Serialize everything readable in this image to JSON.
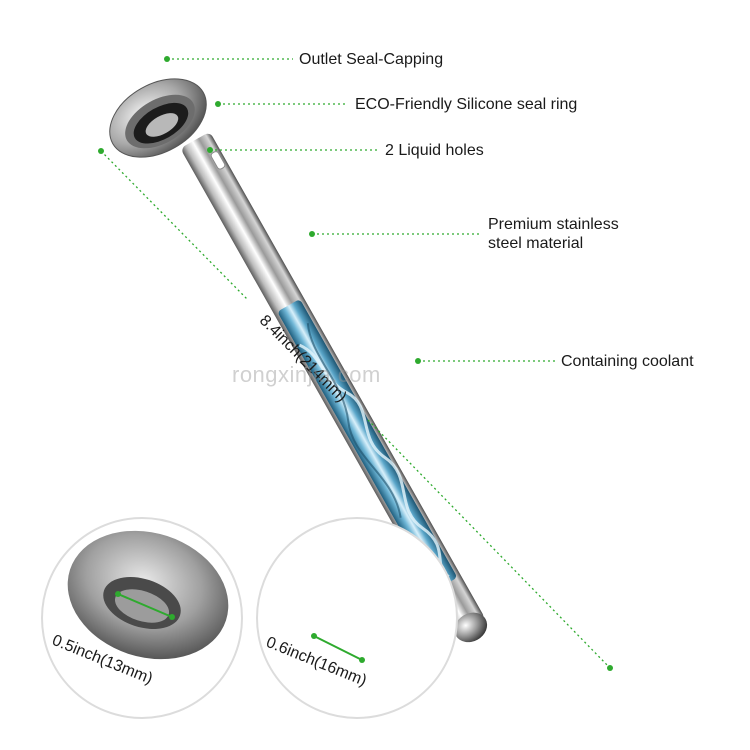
{
  "callouts": {
    "outlet_seal": "Outlet Seal-Capping",
    "silicone_ring": "ECO-Friendly Silicone seal ring",
    "liquid_holes": "2 Liquid holes",
    "steel_line1": "Premium stainless",
    "steel_line2": "steel material",
    "coolant": "Containing coolant"
  },
  "dimensions": {
    "length": "8.4inch(214mm)",
    "cap_diameter": "0.5inch(13mm)",
    "tip_diameter": "0.6inch(16mm)"
  },
  "watermark": "rongxinjia.com",
  "colors": {
    "leader_green": "#2eaa2e",
    "steel_light": "#f2f2f2",
    "steel_dark": "#6e6e6e",
    "coolant_blue": "#4a9cc4"
  }
}
